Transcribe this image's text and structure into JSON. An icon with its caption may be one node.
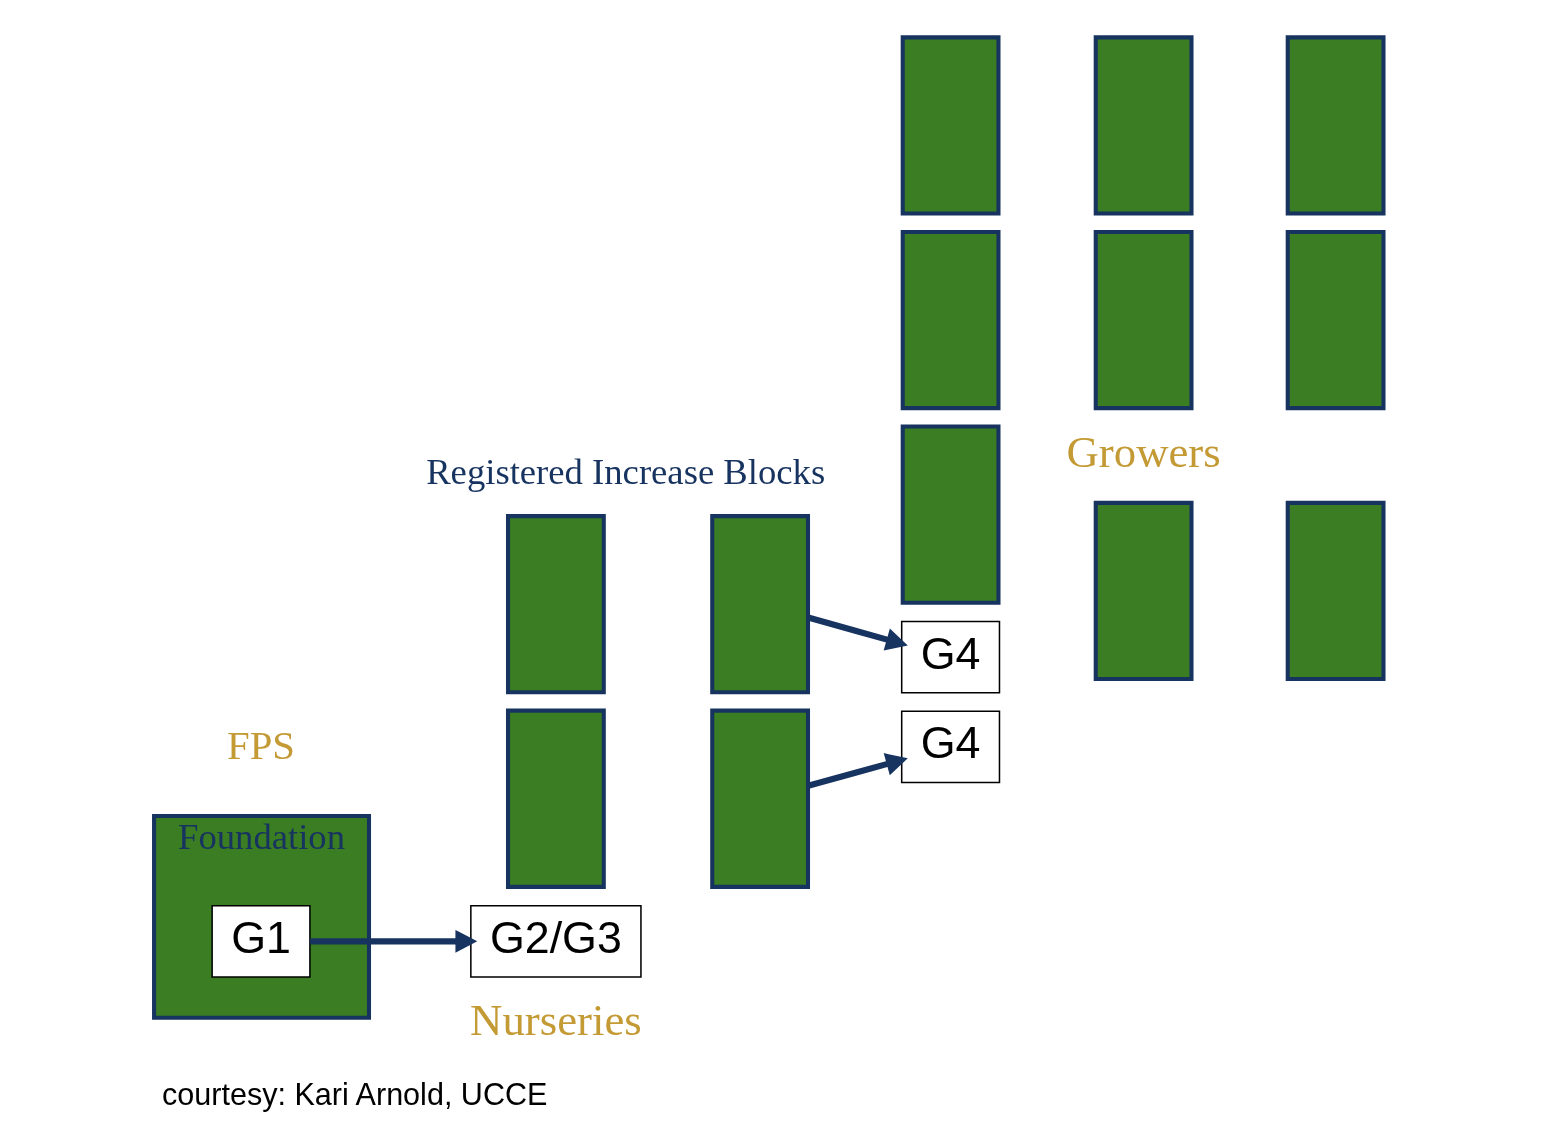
{
  "diagram": {
    "caption": "courtesy: Kari Arnold, UCCE",
    "nodes": [
      {
        "text": [
          "Foundation"
        ],
        "beside": [
          "FPS"
        ]
      },
      {
        "text": [
          "G1"
        ],
        "in": 0
      },
      {
        "text": [],
        "shape": "box"
      },
      {
        "text": [],
        "shape": "box"
      },
      {
        "text": [],
        "shape": "box"
      },
      {
        "text": [],
        "shape": "box"
      },
      {
        "text": [
          "G2/G3"
        ]
      },
      {
        "text": [],
        "shape": "box"
      },
      {
        "text": [],
        "shape": "box"
      },
      {
        "text": [],
        "shape": "box"
      },
      {
        "text": [],
        "shape": "box"
      },
      {
        "text": [],
        "shape": "box"
      },
      {
        "text": [],
        "shape": "box"
      },
      {
        "text": [],
        "shape": "box"
      },
      {
        "text": [],
        "shape": "box"
      },
      {
        "text": [],
        "shape": "box"
      },
      {
        "text": [
          "G4"
        ]
      },
      {
        "text": [
          "G4"
        ]
      }
    ],
    "edges": [
      {
        "from": 1,
        "to": 6,
        "arrow": "to"
      },
      {
        "from": 3,
        "to": 16,
        "arrow": "to"
      },
      {
        "from": 5,
        "to": 17,
        "arrow": "to"
      }
    ],
    "labels": [
      "Registered Increase Blocks",
      "Nurseries",
      "Growers"
    ]
  }
}
